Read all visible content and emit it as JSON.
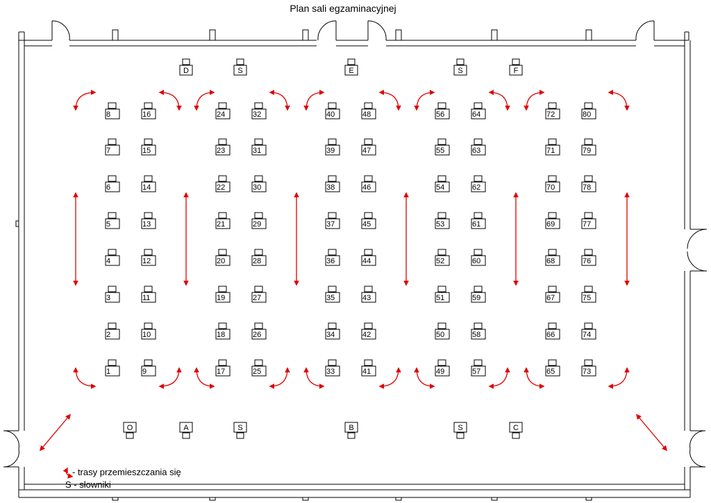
{
  "title": "Plan sali egzaminacyjnej",
  "desk_columns": [
    {
      "top": "8",
      "start": 1
    },
    {
      "top": "16",
      "start": 9
    },
    {
      "top": "24",
      "start": 17
    },
    {
      "top": "32",
      "start": 25
    },
    {
      "top": "40",
      "start": 33
    },
    {
      "top": "48",
      "start": 41
    },
    {
      "top": "56",
      "start": 49
    },
    {
      "top": "64",
      "start": 57
    },
    {
      "top": "72",
      "start": 65
    },
    {
      "top": "80",
      "start": 73
    }
  ],
  "rows_per_column": 8,
  "top_stations": [
    "D",
    "S",
    "E",
    "S",
    "F"
  ],
  "bottom_stations": [
    "O",
    "A",
    "S",
    "B",
    "S",
    "C"
  ],
  "legend": {
    "routes": "- trasy przemieszczania się",
    "dictionaries": "S - słowniki"
  },
  "colors": {
    "route_arrow": "#e00000",
    "walls": "#000000"
  },
  "icons": {
    "route": "curved-double-arrow-icon",
    "door": "door-swing-icon",
    "desk": "desk-with-chair-icon"
  }
}
